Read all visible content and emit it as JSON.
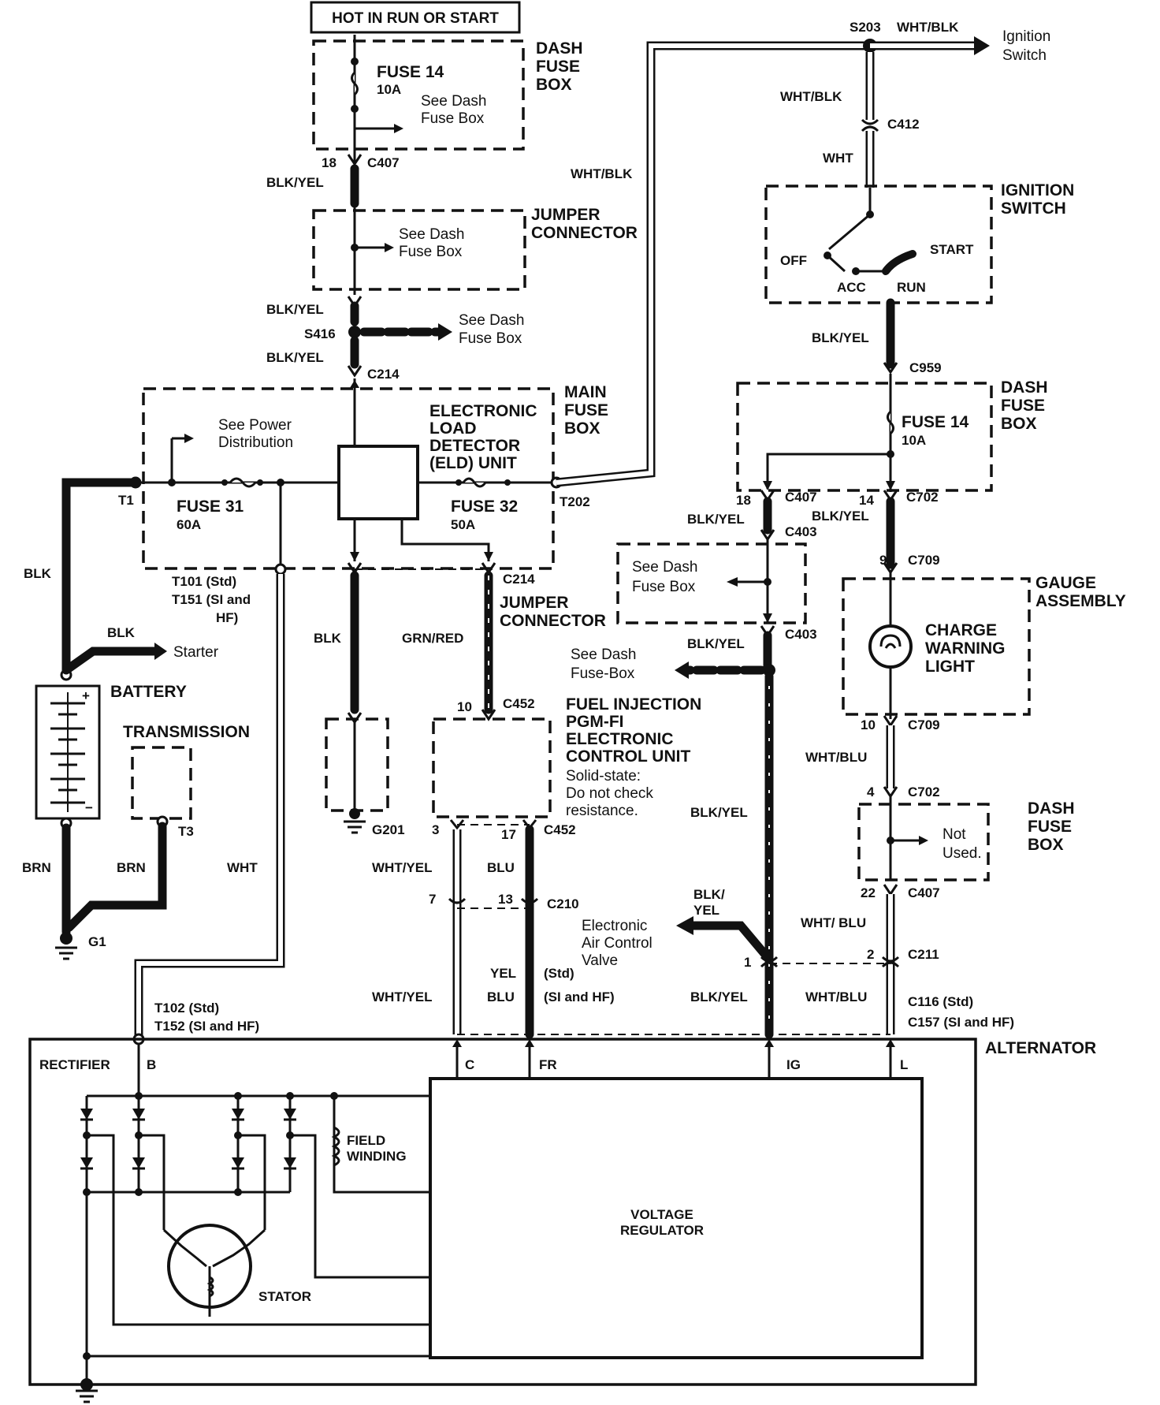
{
  "header": {
    "hot_in_run": "HOT IN RUN OR START"
  },
  "top_fuse": {
    "box": [
      "DASH",
      "FUSE",
      "BOX"
    ],
    "fuse": "FUSE 14",
    "amp": "10A",
    "see": [
      "See Dash",
      "Fuse Box"
    ],
    "pin": "18",
    "conn": "C407",
    "wire": "BLK/YEL"
  },
  "jumper1": {
    "see": [
      "See Dash",
      "Fuse Box"
    ],
    "label": [
      "JUMPER",
      "CONNECTOR"
    ],
    "wire": "BLK/YEL"
  },
  "splice416": {
    "id": "S416",
    "see": [
      "See Dash",
      "Fuse Box"
    ],
    "wire": "BLK/YEL",
    "conn": "C214"
  },
  "main_fuse_box": {
    "label": [
      "MAIN",
      "FUSE",
      "BOX"
    ],
    "see_power": [
      "See Power",
      "Distribution"
    ],
    "eld": [
      "ELECTRONIC",
      "LOAD",
      "DETECTOR",
      "(ELD) UNIT"
    ],
    "fuse31": "FUSE 31",
    "amp31": "60A",
    "fuse32": "FUSE 32",
    "amp32": "50A",
    "t1": "T1",
    "t202": "T202",
    "t101": "T101 (Std)",
    "t151": [
      "T151 (SI and",
      "HF)"
    ]
  },
  "left": {
    "blk": "BLK",
    "blk2": "BLK",
    "starter": "Starter",
    "battery": "BATTERY",
    "transmission": "TRANSMISSION",
    "t3": "T3",
    "brn1": "BRN",
    "brn2": "BRN",
    "wht": "WHT",
    "g1": "G1"
  },
  "center": {
    "blk": "BLK",
    "g201": "G201",
    "grnred": "GRN/RED",
    "c214": "C214",
    "jumper": [
      "JUMPER",
      "CONNECTOR"
    ],
    "pin10": "10",
    "c452": "C452",
    "ecu": [
      "FUEL INJECTION",
      "PGM-FI",
      "ELECTRONIC",
      "CONTROL UNIT"
    ],
    "ecu_note": [
      "Solid-state:",
      "Do not check",
      "resistance."
    ],
    "pin3": "3",
    "pin17": "17",
    "c452b": "C452",
    "whtyel": "WHT/YEL",
    "blu": "BLU",
    "pin7": "7",
    "pin13": "13",
    "c210": "C210",
    "yel_std": "YEL",
    "std": "(Std)",
    "blu2": "BLU",
    "si_hf": "(SI and HF)",
    "whtyel2": "WHT/YEL"
  },
  "right": {
    "s203": "S203",
    "whtblk_top": "WHT/BLK",
    "ign_sw": [
      "Ignition",
      "Switch"
    ],
    "whtblk": "WHT/BLK",
    "whtblk_long": "WHT/BLK",
    "c412": "C412",
    "wht": "WHT",
    "ignition": [
      "IGNITION",
      "SWITCH"
    ],
    "off": "OFF",
    "acc": "ACC",
    "run": "RUN",
    "start": "START",
    "blkyel": "BLK/YEL",
    "c959": "C959",
    "dash_box2": [
      "DASH",
      "FUSE",
      "BOX"
    ],
    "fuse14": "FUSE 14",
    "amp14": "10A",
    "p18": "18",
    "c407": "C407",
    "p14": "14",
    "c702": "C702",
    "blkyel_a": "BLK/YEL",
    "c403": "C403",
    "blkyel_b": "BLK/YEL",
    "p9": "9",
    "c709": "C709",
    "see_dash": [
      "See Dash",
      "Fuse Box"
    ],
    "gauge": [
      "GAUGE",
      "ASSEMBLY"
    ],
    "charge": [
      "CHARGE",
      "WARNING",
      "LIGHT"
    ],
    "blkyel_c": "BLK/YEL",
    "c403b": "C403",
    "see_dash2": [
      "See Dash",
      "Fuse-Box"
    ],
    "p10": "10",
    "c709b": "C709",
    "whtblu": "WHT/BLU",
    "p4": "4",
    "c702b": "C702",
    "dash_box3": [
      "DASH",
      "FUSE",
      "BOX"
    ],
    "not_used": [
      "Not",
      "Used."
    ],
    "blkyel_d": "BLK/YEL",
    "p22": "22",
    "c407b": "C407",
    "blk_yel": [
      "BLK/",
      "YEL"
    ],
    "eacv": [
      "Electronic",
      "Air Control",
      "Valve"
    ],
    "whtblu2": "WHT/ BLU",
    "p1": "1",
    "p2": "2",
    "c211": "C211",
    "blkyel_e": "BLK/YEL",
    "whtblu3": "WHT/BLU",
    "c116": "C116  (Std)",
    "c157": "C157  (SI and HF)"
  },
  "alternator": {
    "label": "ALTERNATOR",
    "t102": "T102  (Std)",
    "t152": "T152  (SI and HF)",
    "rectifier": "RECTIFIER",
    "b": "B",
    "c": "C",
    "fr": "FR",
    "ig": "IG",
    "l": "L",
    "field": [
      "FIELD",
      "WINDING"
    ],
    "regulator": [
      "VOLTAGE",
      "REGULATOR"
    ],
    "stator": "STATOR"
  }
}
